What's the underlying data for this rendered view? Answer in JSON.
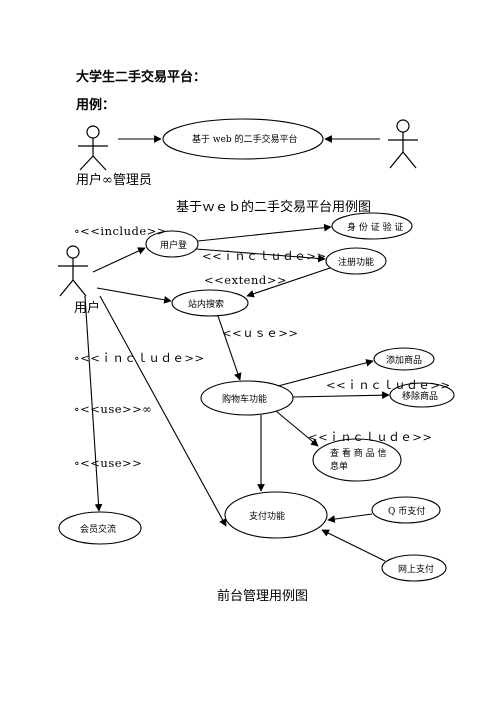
{
  "doc": {
    "title": "大学生二手交易平台：",
    "subtitle": "用例："
  },
  "diagram1": {
    "usecase": "基于 web 的二手交易平台",
    "actor_label": "用户∞管理员",
    "caption": "基于ｗｅｂ的二手交易平台用例图"
  },
  "diagram2": {
    "actor_label": "用户",
    "usecases": {
      "login": "用户登",
      "auth": "身 份 证 验 证",
      "register": "注册功能",
      "search": "站内搜索",
      "add": "添加商品",
      "cart": "购物车功能",
      "remove": "移除商品",
      "view": "查 看 商 品 信 息单",
      "pay": "支付功能",
      "qpay": "Q 币支付",
      "online": "网上支付",
      "member": "会员交流"
    },
    "stereotypes": {
      "s1": "∘<<include>>",
      "s2": "<<ｉｎｃｌｕｄｅ>>",
      "s3": "<<extend>>",
      "s4": "<<ｕｓｅ>>",
      "s5": "∘<<ｉｎｃｌｕｄｅ>>",
      "s6": "<<ｉｎｃｌｕｄｅ>>",
      "s7": "∘<<use>>∞",
      "s8": "<<ｉｎｃｌｕｄｅ>>",
      "s9": "∘<<use>>"
    },
    "caption": "前台管理用例图"
  }
}
